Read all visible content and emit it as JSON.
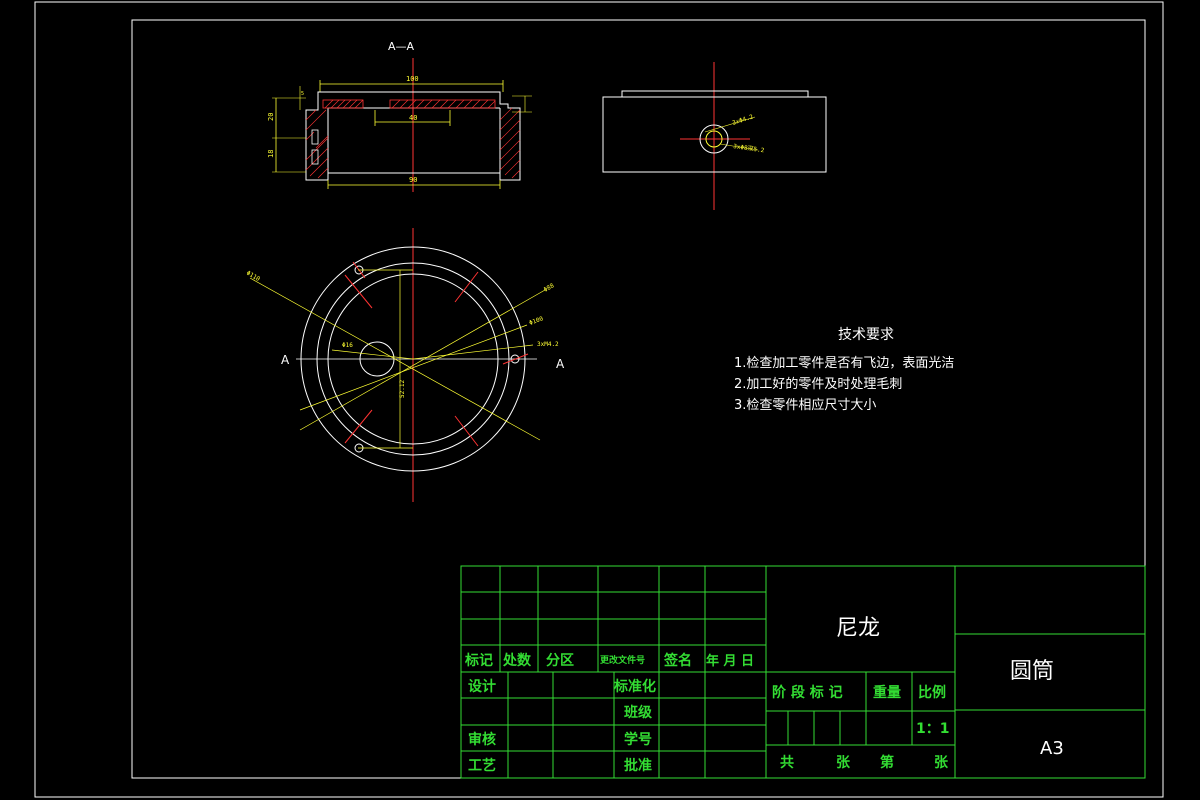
{
  "section_view": {
    "label": "A—A",
    "dim_top": "100",
    "dim_inner": "40",
    "dim_bottom": "90",
    "dim_left_upper": "20",
    "dim_left_lower": "18",
    "dim_tiny": "5"
  },
  "side_view": {
    "label_hole_upper": "3xΦ4.2",
    "label_hole_lower": "3xΦ8深5.2"
  },
  "plan_view": {
    "label_d110": "Φ110",
    "label_d88": "Φ88",
    "label_d100": "Φ100",
    "label_holes": "3xM4.2",
    "label_d16": "Φ16",
    "label_center": "52.12",
    "section_left": "A",
    "section_right": "A"
  },
  "tech_requirements": {
    "title": "技术要求",
    "items": [
      "1.检查加工零件是否有飞边，表面光洁",
      "2.加工好的零件及时处理毛刺",
      "3.检查零件相应尺寸大小"
    ]
  },
  "title_block": {
    "material": "尼龙",
    "part_name": "圆筒",
    "sheet_size": "A3",
    "rev_headers": [
      "标记",
      "处数",
      "分区",
      "更改文件号",
      "签名",
      "年 月 日"
    ],
    "design": "设计",
    "standardization": "标准化",
    "class": "班级",
    "review": "审核",
    "student_id": "学号",
    "process": "工艺",
    "approve": "批准",
    "stage_mark": "阶 段 标 记",
    "weight": "重量",
    "scale_label": "比例",
    "scale_value": "1：1",
    "sheets_total": "共",
    "sheets_word": "张",
    "sheet_no": "第",
    "sheets_word2": "张"
  }
}
